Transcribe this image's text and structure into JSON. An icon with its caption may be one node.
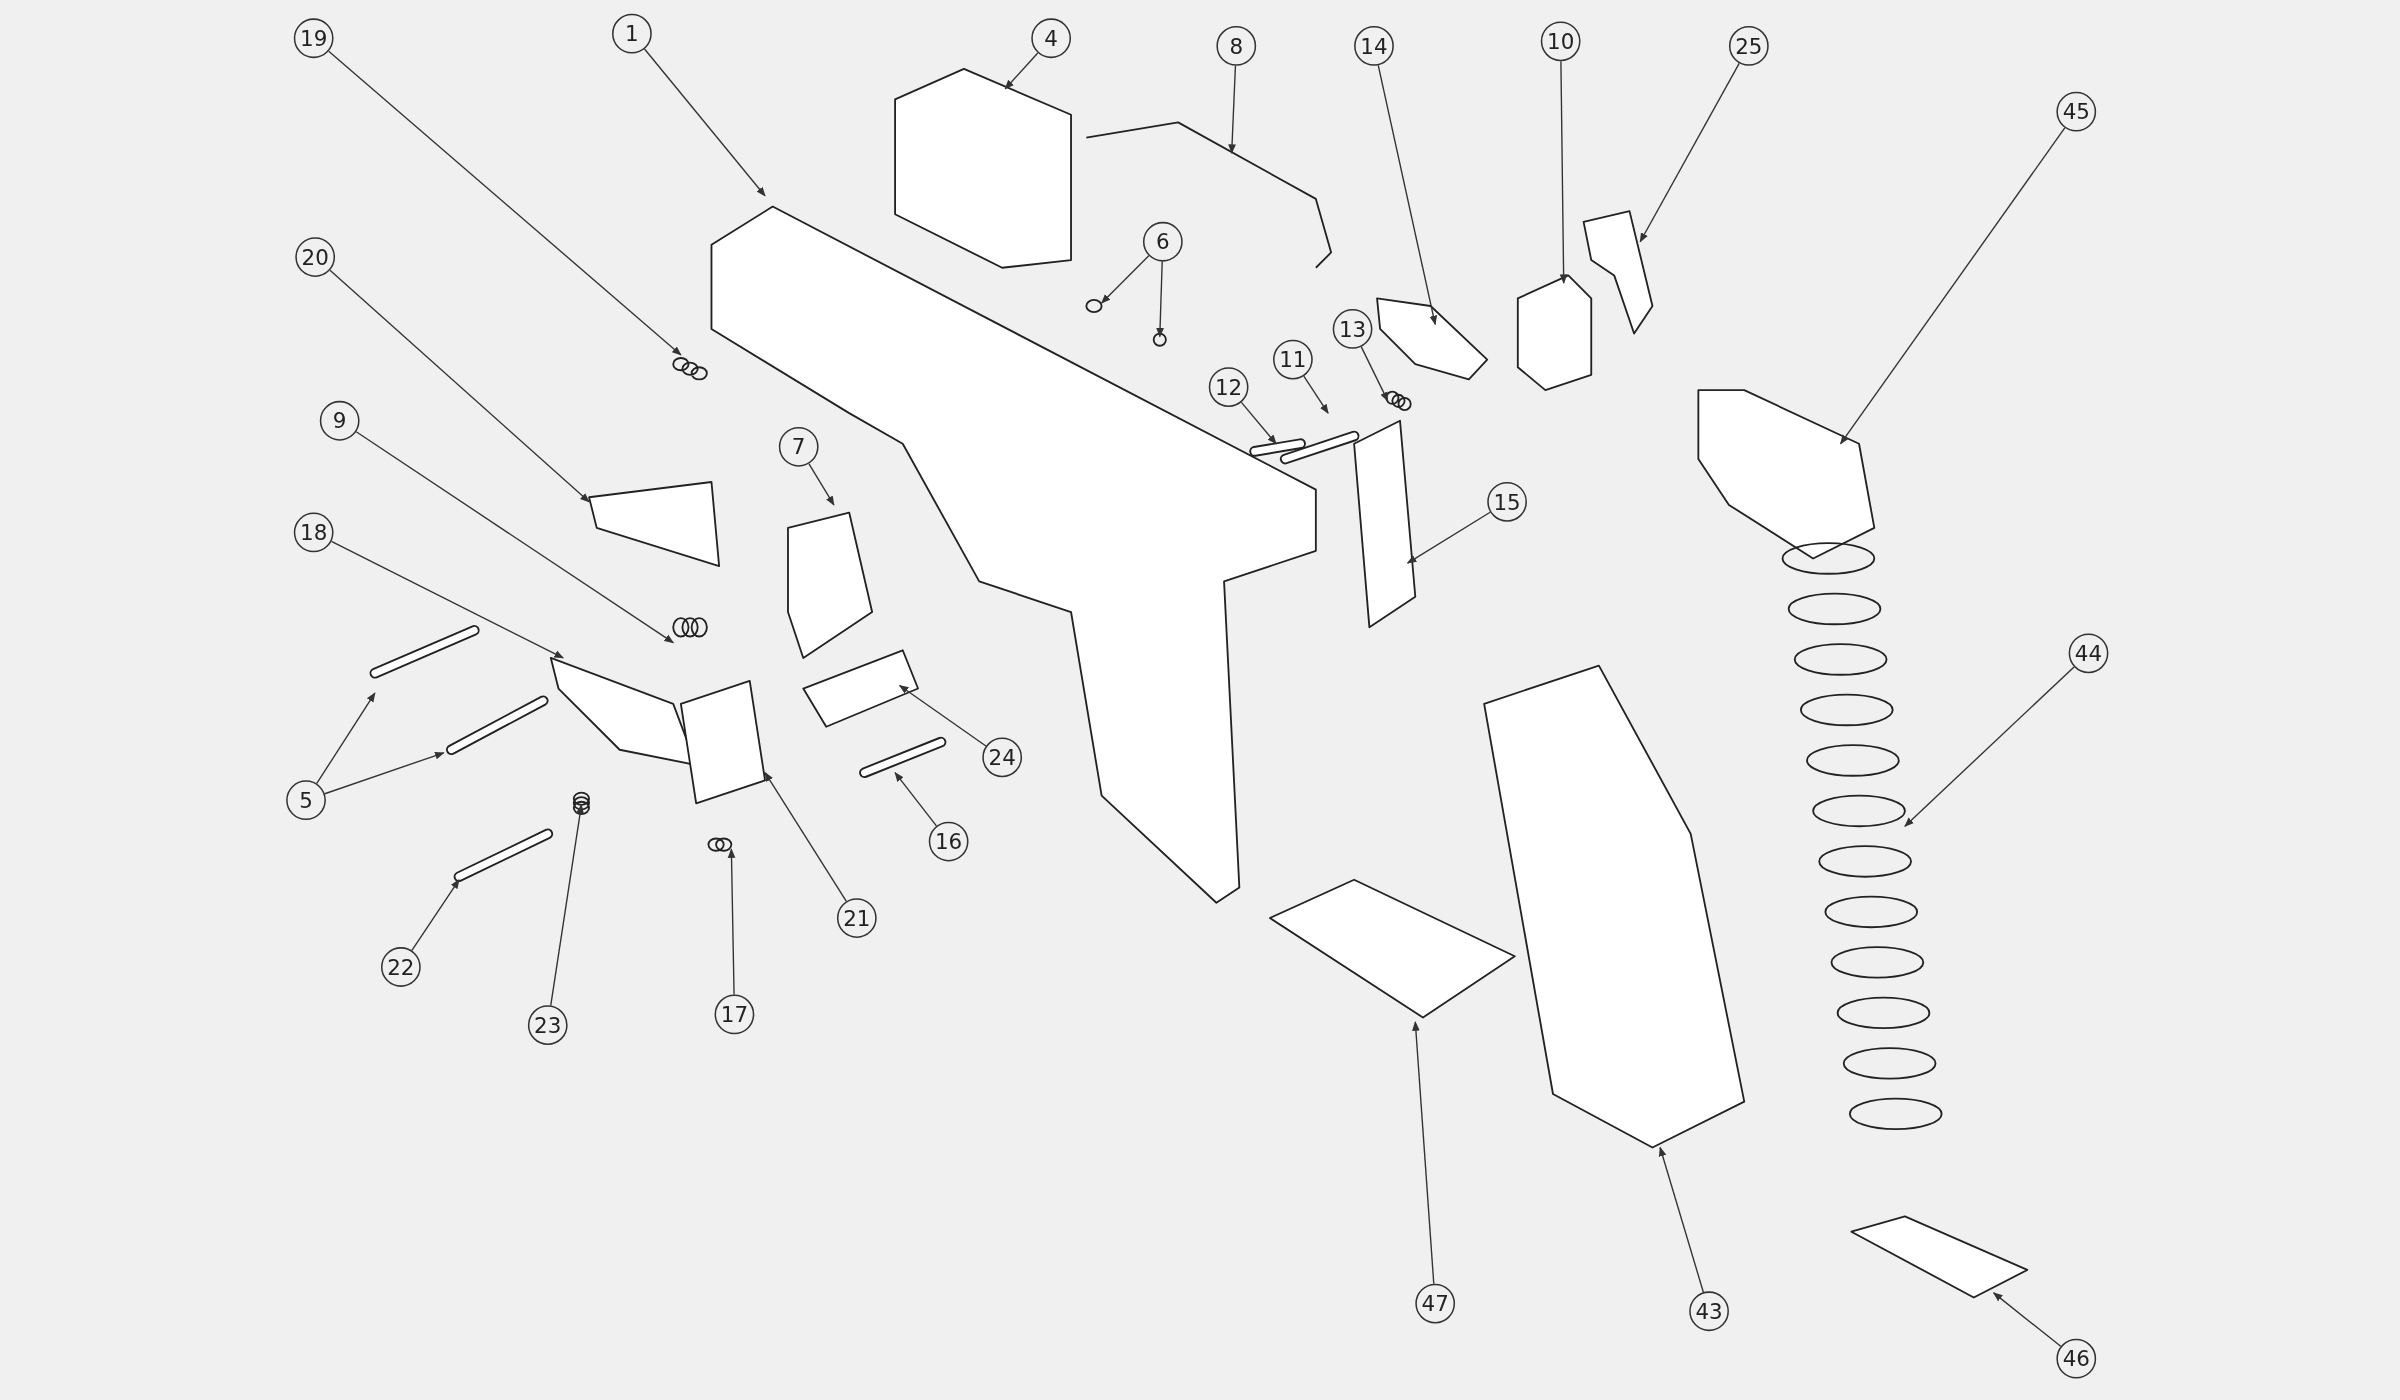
{
  "diagram": {
    "nodes": [
      {
        "text": [
          "19"
        ]
      },
      {
        "text": [
          "1"
        ]
      },
      {
        "text": [
          "4"
        ]
      },
      {
        "text": [
          "8"
        ]
      },
      {
        "text": [
          "14"
        ]
      },
      {
        "text": [
          "10"
        ]
      },
      {
        "text": [
          "25"
        ]
      },
      {
        "text": [
          "45"
        ]
      },
      {
        "text": [
          "6"
        ]
      },
      {
        "text": [
          "20"
        ]
      },
      {
        "text": [
          "13"
        ]
      },
      {
        "text": [
          "11"
        ]
      },
      {
        "text": [
          "12"
        ]
      },
      {
        "text": [
          "9"
        ]
      },
      {
        "text": [
          "7"
        ]
      },
      {
        "text": [
          "15"
        ]
      },
      {
        "text": [
          "18"
        ]
      },
      {
        "text": [
          "44"
        ]
      },
      {
        "text": [
          "24"
        ]
      },
      {
        "text": [
          "5"
        ]
      },
      {
        "text": [
          "16"
        ]
      },
      {
        "text": [
          "21"
        ]
      },
      {
        "text": [
          "22"
        ]
      },
      {
        "text": [
          "23"
        ]
      },
      {
        "text": [
          "17"
        ]
      },
      {
        "text": [
          "47"
        ]
      },
      {
        "text": [
          "43"
        ]
      },
      {
        "text": [
          "46"
        ]
      }
    ],
    "edges": [
      {
        "from": 0,
        "to": null,
        "arrow": "to"
      },
      {
        "from": 1,
        "to": null,
        "arrow": "to"
      },
      {
        "from": 2,
        "to": null,
        "arrow": "to"
      },
      {
        "from": 3,
        "to": null,
        "arrow": "to"
      },
      {
        "from": 4,
        "to": null,
        "arrow": "to"
      },
      {
        "from": 5,
        "to": null,
        "arrow": "to"
      },
      {
        "from": 6,
        "to": null,
        "arrow": "to"
      },
      {
        "from": 7,
        "to": null,
        "arrow": "to"
      },
      {
        "from": 8,
        "to": null,
        "arrow": "to"
      },
      {
        "from": 8,
        "to": null,
        "arrow": "to"
      },
      {
        "from": 9,
        "to": null,
        "arrow": "to"
      },
      {
        "from": 10,
        "to": null,
        "arrow": "to"
      },
      {
        "from": 11,
        "to": null,
        "arrow": "to"
      },
      {
        "from": 12,
        "to": null,
        "arrow": "to"
      },
      {
        "from": 13,
        "to": null,
        "arrow": "to"
      },
      {
        "from": 14,
        "to": null,
        "arrow": "to"
      },
      {
        "from": 15,
        "to": null,
        "arrow": "to"
      },
      {
        "from": 16,
        "to": null,
        "arrow": "to"
      },
      {
        "from": 17,
        "to": null,
        "arrow": "to"
      },
      {
        "from": 18,
        "to": null,
        "arrow": "to"
      },
      {
        "from": 19,
        "to": null,
        "arrow": "to"
      },
      {
        "from": 19,
        "to": null,
        "arrow": "to"
      },
      {
        "from": 20,
        "to": null,
        "arrow": "to"
      },
      {
        "from": 21,
        "to": null,
        "arrow": "to"
      },
      {
        "from": 22,
        "to": null,
        "arrow": "to"
      },
      {
        "from": 23,
        "to": null,
        "arrow": "to"
      },
      {
        "from": 24,
        "to": null,
        "arrow": "to"
      },
      {
        "from": 25,
        "to": null,
        "arrow": "to"
      },
      {
        "from": 26,
        "to": null,
        "arrow": "to"
      },
      {
        "from": 27,
        "to": null,
        "arrow": "to"
      }
    ]
  }
}
